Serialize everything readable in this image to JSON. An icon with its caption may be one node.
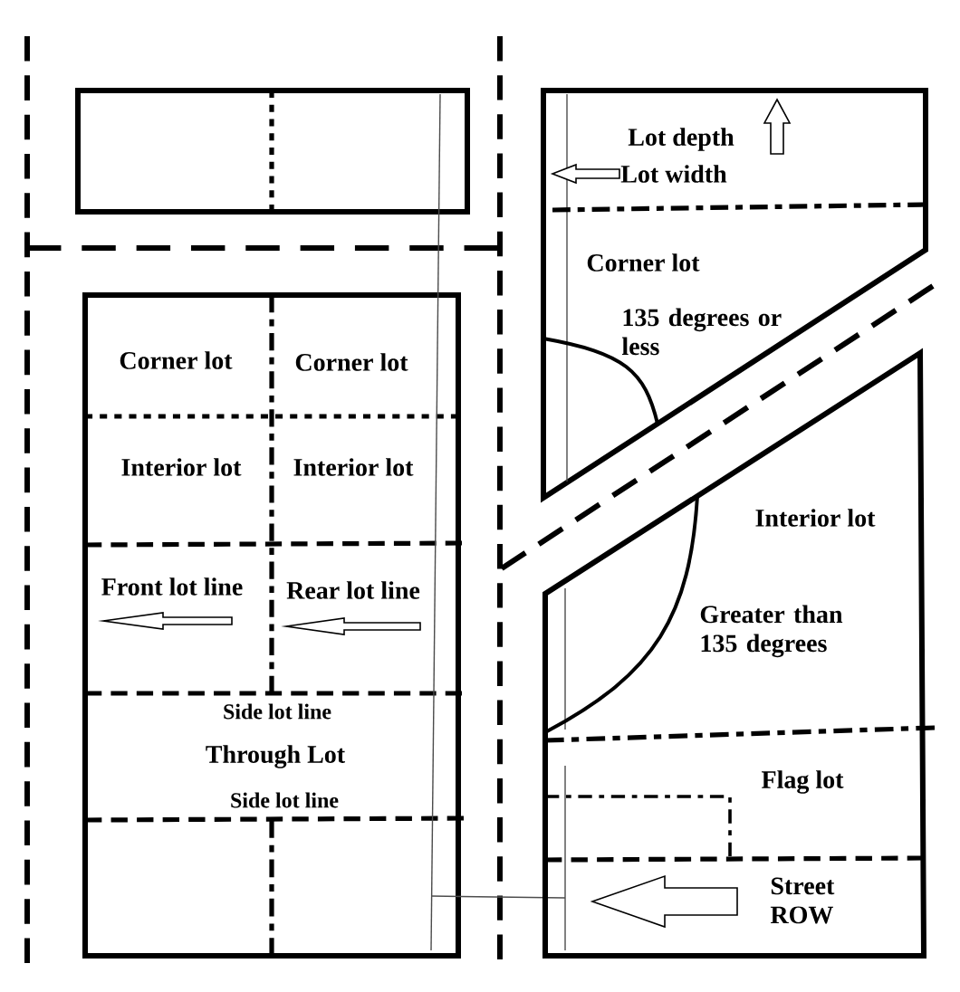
{
  "diagram": {
    "labels": [
      "Corner lot",
      "Corner lot",
      "Interior lot",
      "Interior lot",
      "Front lot line",
      "Rear lot line",
      "Side lot line",
      "Through Lot",
      "Side lot line",
      "Lot depth",
      "Lot width",
      "Corner lot",
      "135 degrees or less",
      "Interior lot",
      "Greater than 135 degrees",
      "Flag lot",
      "Street ROW"
    ]
  }
}
